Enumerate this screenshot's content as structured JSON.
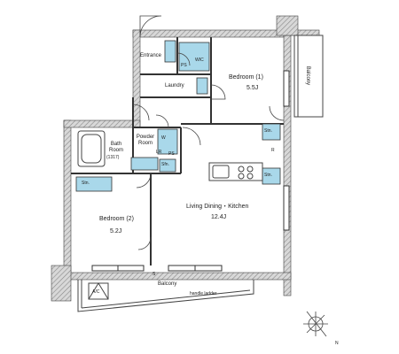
{
  "rooms": {
    "entrance": {
      "name": "Entrance"
    },
    "laundry": {
      "name": "Laundry"
    },
    "bedroom1": {
      "name": "Bedroom (1)",
      "area": "5.5J"
    },
    "bedroom2": {
      "name": "Bedroom (2)",
      "area": "5.2J"
    },
    "bath": {
      "name": "Bath Room",
      "size": "(1317)"
    },
    "powder": {
      "name": "Powder Room"
    },
    "ldk": {
      "name": "Living Dining・Kitchen",
      "area": "12.4J"
    },
    "balcony_side": {
      "name": "Balcony"
    },
    "balcony_bottom": {
      "name": "Balcony"
    }
  },
  "fixtures": {
    "ps": "PS",
    "wc": "WIC",
    "w": "W",
    "lr": "LR",
    "stn": "Stn.",
    "stn_s": "Sfn.",
    "stn_k": "Stn.",
    "stn_b": "Stn.",
    "r": "R",
    "ps2": "PS",
    "s": "S",
    "ac": "A/C",
    "ladder": "handle ladder"
  },
  "colors": {
    "wall": "#3a3a3a",
    "wall_hatch": "#9a9a9a",
    "storage_fill": "#a9d8ea",
    "line": "#333333"
  },
  "compass": {
    "north_label": "N"
  }
}
